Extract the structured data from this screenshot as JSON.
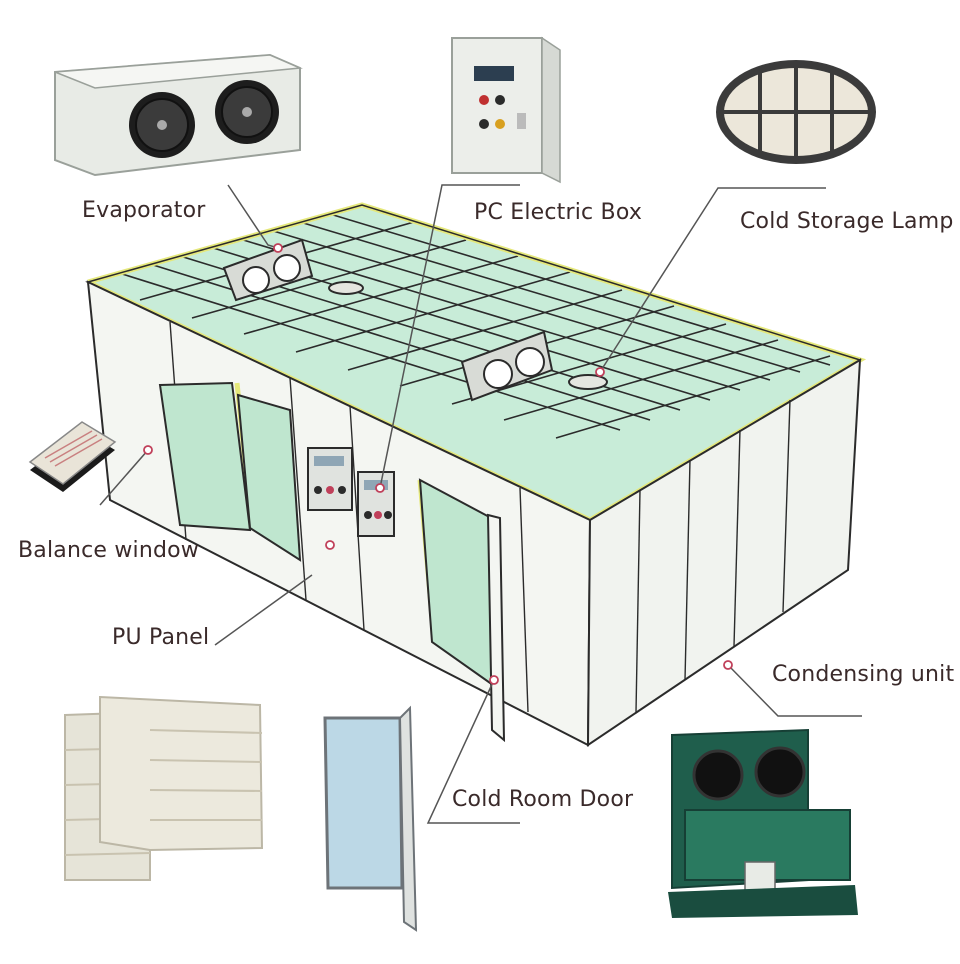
{
  "labels": {
    "evaporator": "Evaporator",
    "pc_electric_box": "PC Electric Box",
    "cold_storage_lamp": "Cold Storage Lamp",
    "balance_window": "Balance window",
    "pu_panel": "PU Panel",
    "condensing_unit": "Condensing unit",
    "cold_room_door": "Cold Room Door"
  },
  "colors": {
    "label_text": "#3a2a2a",
    "leader_line": "#555555",
    "leader_dot": "#c0405a",
    "glass_panel": "#bfe6cf",
    "room_frame": "#2b2b2b",
    "room_trim": "#e5e87a",
    "wall_fill": "#f4f6f2",
    "unit_body": "#e8ebe6",
    "condenser_body": "#1f5e4c"
  },
  "icons": [
    "evaporator-icon",
    "electric-box-icon",
    "lamp-icon",
    "balance-window-icon",
    "pu-panel-stack-icon",
    "door-icon",
    "condensing-unit-icon"
  ]
}
